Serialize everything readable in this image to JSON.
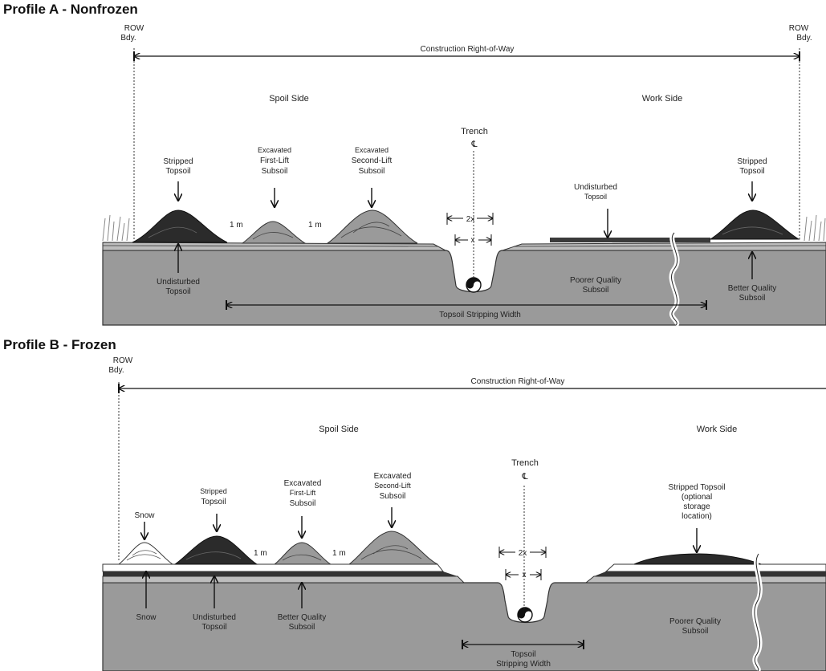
{
  "profile_a": {
    "title": "Profile A - Nonfrozen",
    "row_bdy": [
      "ROW",
      "Bdy."
    ],
    "construction_row": "Construction Right-of-Way",
    "spoil_side": "Spoil Side",
    "work_side": "Work Side",
    "trench": "Trench",
    "centerline": "℄",
    "stripped_topsoil": [
      "Stripped",
      "Topsoil"
    ],
    "first_lift": [
      "Excavated",
      "First-Lift",
      "Subsoil"
    ],
    "second_lift": [
      "Excavated",
      "Second-Lift",
      "Subsoil"
    ],
    "undisturbed_topsoil_work": [
      "Undisturbed",
      "Topsoil"
    ],
    "undisturbed_topsoil_spoil": [
      "Undisturbed",
      "Topsoil"
    ],
    "gap": "1 m",
    "two_x": "2x",
    "x": "x",
    "poorer_subsoil": [
      "Poorer Quality",
      "Subsoil"
    ],
    "better_subsoil": [
      "Better Quality",
      "Subsoil"
    ],
    "stripping_width": "Topsoil Stripping Width"
  },
  "profile_b": {
    "title": "Profile B - Frozen",
    "row_bdy": [
      "ROW",
      "Bdy."
    ],
    "construction_row": "Construction Right-of-Way",
    "spoil_side": "Spoil Side",
    "work_side": "Work Side",
    "trench": "Trench",
    "centerline": "℄",
    "snow_top": "Snow",
    "stripped_topsoil": [
      "Stripped",
      "Topsoil"
    ],
    "first_lift": [
      "Excavated",
      "First-Lift",
      "Subsoil"
    ],
    "second_lift": [
      "Excavated",
      "Second-Lift",
      "Subsoil"
    ],
    "stripped_optional": [
      "Stripped Topsoil",
      "(optional",
      "storage",
      "location)"
    ],
    "gap": "1 m",
    "two_x": "2x",
    "x": "x",
    "snow_bottom": "Snow",
    "undisturbed_topsoil": [
      "Undisturbed",
      "Topsoil"
    ],
    "better_subsoil": [
      "Better Quality",
      "Subsoil"
    ],
    "poorer_subsoil": [
      "Poorer Quality",
      "Subsoil"
    ],
    "stripping_width": [
      "Topsoil",
      "Stripping Width"
    ]
  }
}
